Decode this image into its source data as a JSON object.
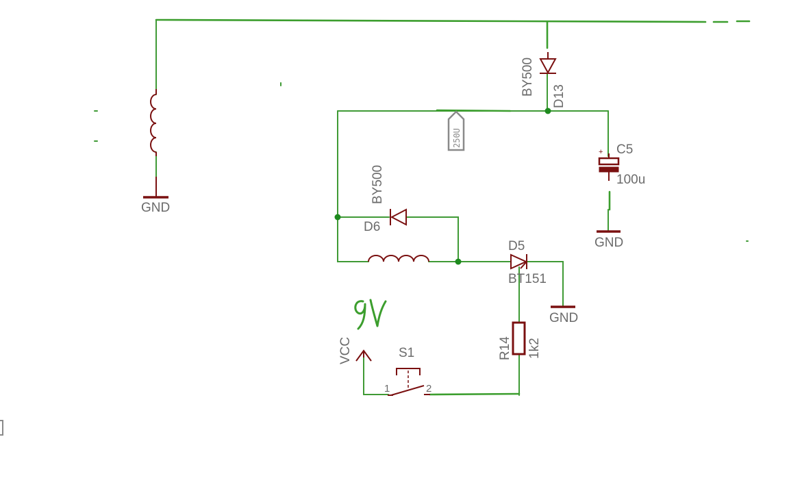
{
  "labels": {
    "gnd_left": "GND",
    "gnd_c5": "GND",
    "gnd_d5": "GND",
    "d13_name": "D13",
    "d13_value": "BY500",
    "d6_name": "D6",
    "d6_value": "BY500",
    "d5_name": "D5",
    "d5_value": "BT151",
    "c5_name": "C5",
    "c5_value": "100u",
    "r14_name": "R14",
    "r14_value": "1k2",
    "s1_name": "S1",
    "s1_pin1": "1",
    "s1_pin2": "2",
    "vcc": "VCC",
    "net_tag": "250U",
    "c5_polarity": "+"
  },
  "annotations": {
    "handwritten_voltage": "9V"
  },
  "colors": {
    "wire": "#3f9a35",
    "component": "#7a1010",
    "junction": "#1e8a1e",
    "label": "#6b6b6b"
  }
}
